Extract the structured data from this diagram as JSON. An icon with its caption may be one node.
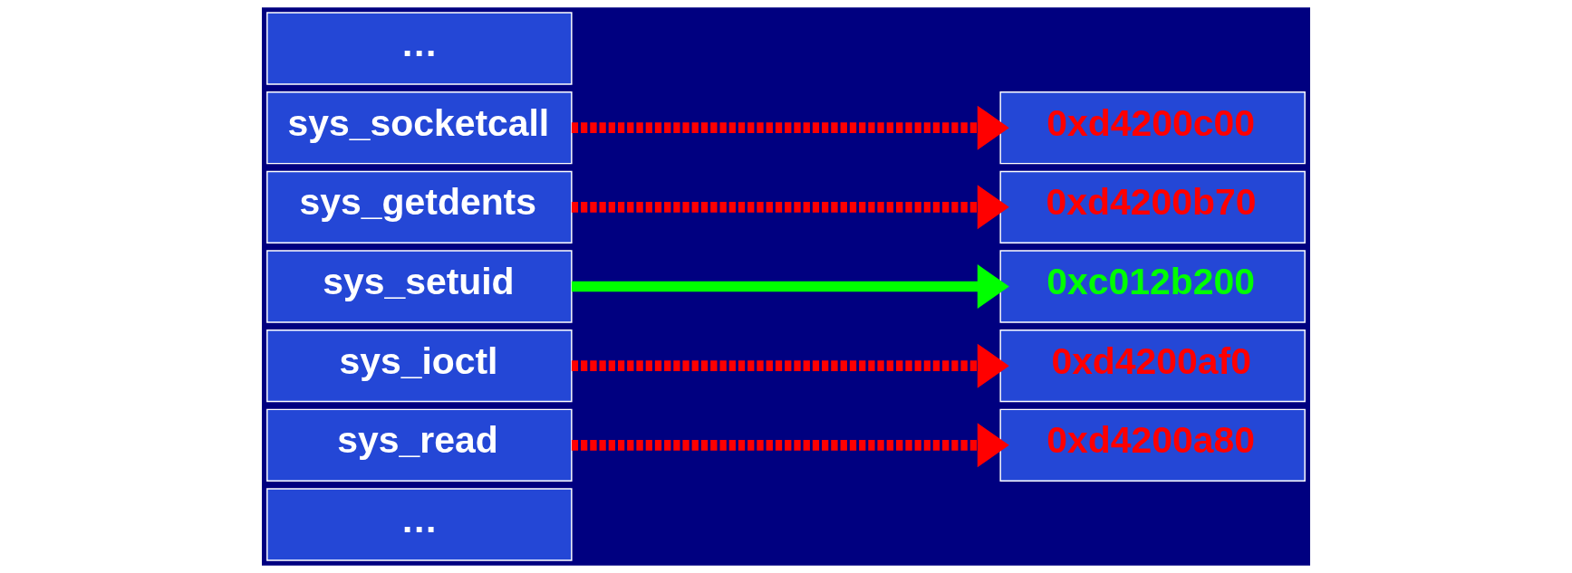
{
  "diagram": {
    "nodes": [
      {
        "text": [
          "…"
        ]
      },
      {
        "text": [
          "sys_read"
        ]
      },
      {
        "text": [
          "sys_ioctl"
        ]
      },
      {
        "text": [
          "sys_setuid"
        ]
      },
      {
        "text": [
          "sys_getdents"
        ]
      },
      {
        "text": [
          "sys_socketcall"
        ]
      },
      {
        "text": [
          "…"
        ]
      },
      {
        "text": [
          "0xd4200a80"
        ]
      },
      {
        "text": [
          "0xd4200af0"
        ]
      },
      {
        "text": [
          "0xc012b200"
        ]
      },
      {
        "text": [
          "0xd4200b70"
        ]
      },
      {
        "text": [
          "0xd4200c00"
        ]
      }
    ],
    "edges": [
      {
        "from": 1,
        "to": 7,
        "arrow": "to",
        "style": "dashed"
      },
      {
        "from": 2,
        "to": 8,
        "arrow": "to",
        "style": "dashed"
      },
      {
        "from": 3,
        "to": 9,
        "arrow": "to",
        "color": "#00ff00"
      },
      {
        "from": 4,
        "to": 10,
        "arrow": "to",
        "style": "dashed"
      },
      {
        "from": 5,
        "to": 11,
        "arrow": "to",
        "style": "dashed"
      }
    ]
  }
}
